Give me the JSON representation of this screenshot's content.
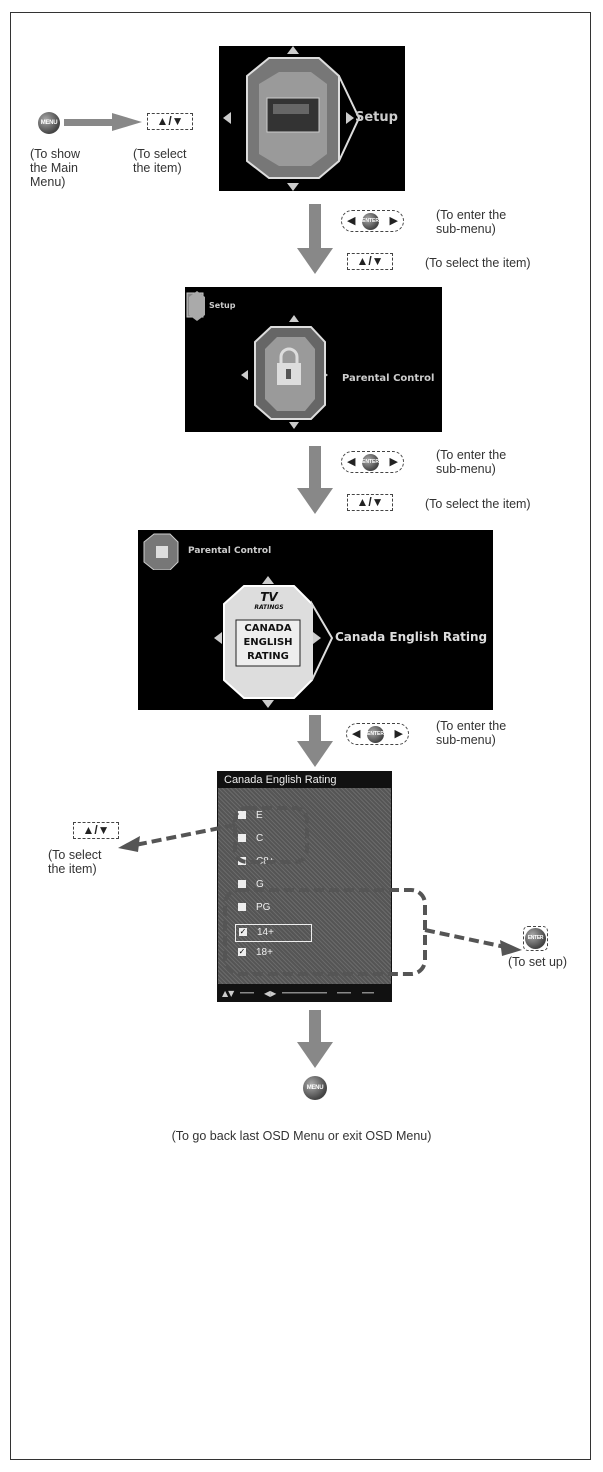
{
  "step1": {
    "menu_btn": "MENU",
    "updown_glyph": "▲/▼",
    "caption_show": "(To show\nthe Main\nMenu)",
    "caption_select": "(To select\nthe item)",
    "screen_label": "Setup"
  },
  "step2": {
    "enter_btn": "ENTER",
    "caption_enter": "(To enter the\nsub-menu)",
    "updown_glyph": "▲/▼",
    "caption_select": "(To select the item)",
    "crumb": "Setup",
    "screen_label": "Parental Control"
  },
  "step3": {
    "enter_btn": "ENTER",
    "caption_enter": "(To enter the\nsub-menu)",
    "updown_glyph": "▲/▼",
    "caption_select": "(To select the item)",
    "crumb": "Parental Control",
    "screen_label": "Canada English Rating",
    "card_tv": "TV",
    "card_ratings": "RATINGS",
    "card_line1": "CANADA",
    "card_line2": "ENGLISH",
    "card_line3": "RATING"
  },
  "step4": {
    "enter_btn": "ENTER",
    "caption_enter": "(To enter the\nsub-menu)",
    "menu_title": "Canada English Rating",
    "items": [
      "E",
      "C",
      "C8+",
      "G",
      "PG",
      "14+",
      "18+"
    ],
    "updown_glyph": "▲/▼",
    "caption_select": "(To select\nthe item)",
    "setup_btn": "ENTER",
    "caption_setup": "(To set up)"
  },
  "final": {
    "menu_btn": "MENU",
    "caption": "(To go back last OSD Menu or exit OSD Menu)"
  }
}
